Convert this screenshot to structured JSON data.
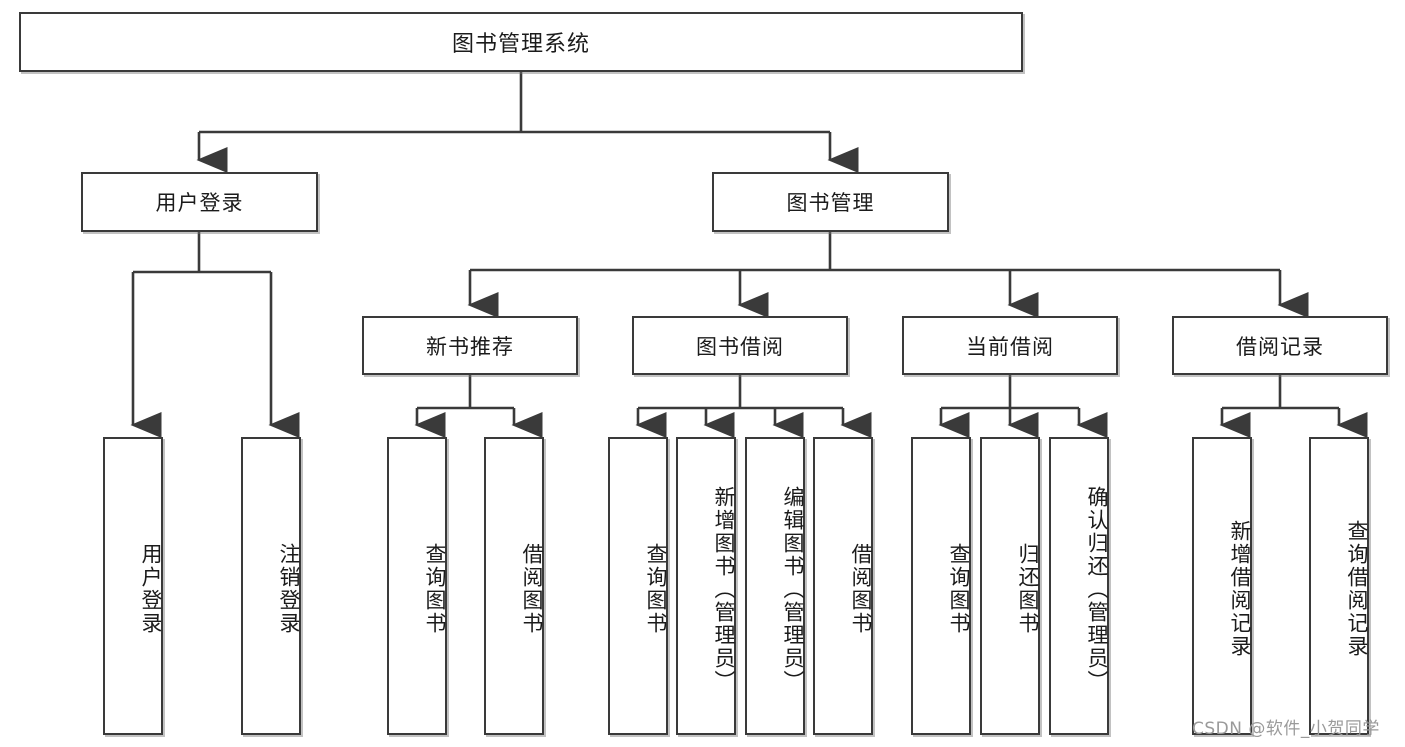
{
  "diagram": {
    "type": "tree",
    "title": "图书管理系统",
    "root": {
      "label": "图书管理系统"
    },
    "level2": [
      {
        "label": "用户登录"
      },
      {
        "label": "图书管理"
      }
    ],
    "level3": [
      {
        "label": "新书推荐"
      },
      {
        "label": "图书借阅"
      },
      {
        "label": "当前借阅"
      },
      {
        "label": "借阅记录"
      }
    ],
    "leaves": {
      "user_login": [
        {
          "label": "用户登录"
        },
        {
          "label": "注销登录"
        }
      ],
      "new_book_recommend": [
        {
          "label": "查询图书"
        },
        {
          "label": "借阅图书"
        }
      ],
      "book_borrow": [
        {
          "label": "查询图书"
        },
        {
          "label": "新增图书（管理员）"
        },
        {
          "label": "编辑图书（管理员）"
        },
        {
          "label": "借阅图书"
        }
      ],
      "current_borrow": [
        {
          "label": "查询图书"
        },
        {
          "label": "归还图书"
        },
        {
          "label": "确认归还（管理员）"
        }
      ],
      "borrow_record": [
        {
          "label": "新增借阅记录"
        },
        {
          "label": "查询借阅记录"
        }
      ]
    }
  },
  "watermark": {
    "text": "CSDN @软件_小贺同学"
  },
  "colors": {
    "stroke": "#3a3a3a",
    "fill": "#ffffff",
    "text": "#1b1b1b",
    "watermark": "#9a9a9a"
  }
}
